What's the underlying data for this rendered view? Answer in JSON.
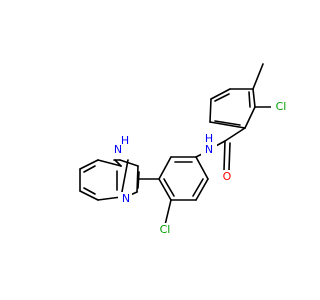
{
  "colors": {
    "carbon": "#000000",
    "nitrogen": "#0000ff",
    "oxygen": "#ff0000",
    "chlorine": "#00a000",
    "background": "#ffffff"
  },
  "atoms": {
    "nh_imidazole": "N",
    "nh_imidazole_h": "H",
    "n_imidazole": "N",
    "nh_amide": "N",
    "nh_amide_h": "H",
    "o_carbonyl": "O",
    "cl_ring_right": "Cl",
    "cl_ring_center": "Cl"
  }
}
